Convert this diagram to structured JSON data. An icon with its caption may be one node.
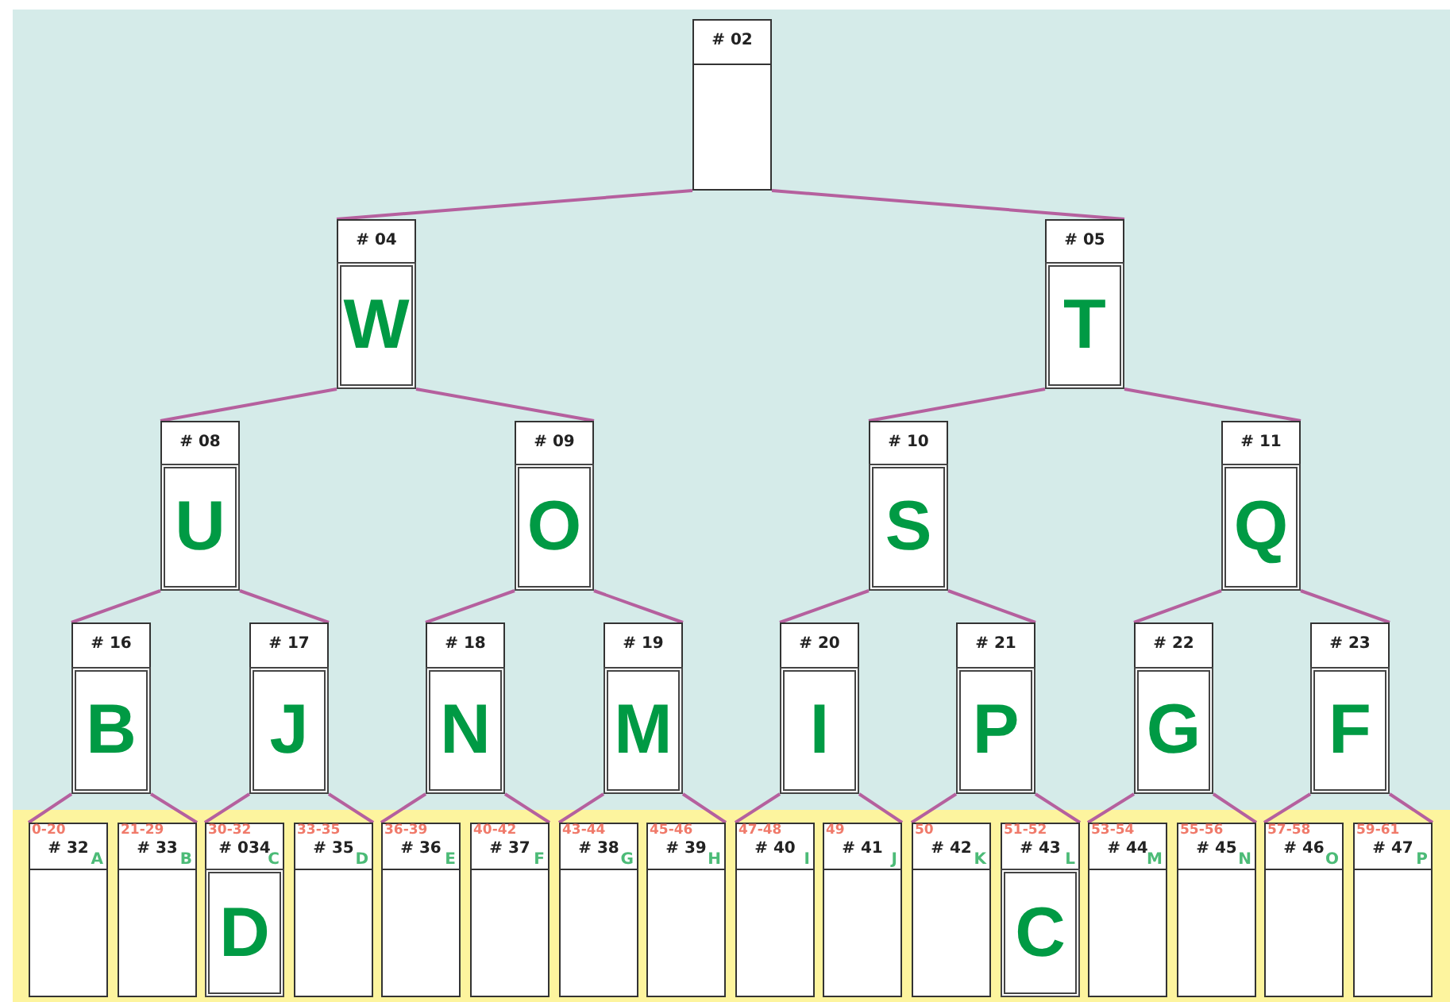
{
  "diagram": {
    "nodes": [
      {
        "text": [
          "# 02"
        ]
      },
      {
        "text": [
          "# 04",
          "W"
        ]
      },
      {
        "text": [
          "# 05",
          "T"
        ]
      },
      {
        "text": [
          "# 08",
          "U"
        ]
      },
      {
        "text": [
          "# 09",
          "O"
        ]
      },
      {
        "text": [
          "# 10",
          "S"
        ]
      },
      {
        "text": [
          "# 11",
          "Q"
        ]
      },
      {
        "text": [
          "# 16",
          "B"
        ]
      },
      {
        "text": [
          "# 17",
          "J"
        ]
      },
      {
        "text": [
          "# 18",
          "N"
        ]
      },
      {
        "text": [
          "# 19",
          "M"
        ]
      },
      {
        "text": [
          "# 20",
          "I"
        ]
      },
      {
        "text": [
          "# 21",
          "P"
        ]
      },
      {
        "text": [
          "# 22",
          "G"
        ]
      },
      {
        "text": [
          "# 23",
          "F"
        ]
      },
      {
        "text": [
          "0-20",
          "# 32",
          "A"
        ]
      },
      {
        "text": [
          "21-29",
          "# 33",
          "B"
        ]
      },
      {
        "text": [
          "30-32",
          "# 034",
          "C",
          "D"
        ]
      },
      {
        "text": [
          "33-35",
          "# 35",
          "D"
        ]
      },
      {
        "text": [
          "36-39",
          "# 36",
          "E"
        ]
      },
      {
        "text": [
          "40-42",
          "# 37",
          "F"
        ]
      },
      {
        "text": [
          "43-44",
          "# 38",
          "G"
        ]
      },
      {
        "text": [
          "45-46",
          "# 39",
          "H"
        ]
      },
      {
        "text": [
          "47-48",
          "# 40",
          "I"
        ]
      },
      {
        "text": [
          "49",
          "# 41",
          "J"
        ]
      },
      {
        "text": [
          "50",
          "# 42",
          "K"
        ]
      },
      {
        "text": [
          "51-52",
          "# 43",
          "L",
          "C"
        ]
      },
      {
        "text": [
          "53-54",
          "# 44",
          "M"
        ]
      },
      {
        "text": [
          "55-56",
          "# 45",
          "N"
        ]
      },
      {
        "text": [
          "57-58",
          "# 46",
          "O"
        ]
      },
      {
        "text": [
          "59-61",
          "# 47",
          "P"
        ]
      }
    ],
    "edges": [
      {
        "from": 0,
        "to": 1,
        "arrow": "none"
      },
      {
        "from": 0,
        "to": 2,
        "arrow": "none"
      },
      {
        "from": 1,
        "to": 3,
        "arrow": "none"
      },
      {
        "from": 1,
        "to": 4,
        "arrow": "none"
      },
      {
        "from": 2,
        "to": 5,
        "arrow": "none"
      },
      {
        "from": 2,
        "to": 6,
        "arrow": "none"
      },
      {
        "from": 3,
        "to": 7,
        "arrow": "none"
      },
      {
        "from": 3,
        "to": 8,
        "arrow": "none"
      },
      {
        "from": 4,
        "to": 9,
        "arrow": "none"
      },
      {
        "from": 4,
        "to": 10,
        "arrow": "none"
      },
      {
        "from": 5,
        "to": 11,
        "arrow": "none"
      },
      {
        "from": 5,
        "to": 12,
        "arrow": "none"
      },
      {
        "from": 6,
        "to": 13,
        "arrow": "none"
      },
      {
        "from": 6,
        "to": 14,
        "arrow": "none"
      },
      {
        "from": 7,
        "to": 15,
        "arrow": "none"
      },
      {
        "from": 7,
        "to": 16,
        "arrow": "none"
      },
      {
        "from": 8,
        "to": 17,
        "arrow": "none"
      },
      {
        "from": 8,
        "to": 18,
        "arrow": "none"
      },
      {
        "from": 9,
        "to": 19,
        "arrow": "none"
      },
      {
        "from": 9,
        "to": 20,
        "arrow": "none"
      },
      {
        "from": 10,
        "to": 21,
        "arrow": "none"
      },
      {
        "from": 10,
        "to": 22,
        "arrow": "none"
      },
      {
        "from": 11,
        "to": 23,
        "arrow": "none"
      },
      {
        "from": 11,
        "to": 24,
        "arrow": "none"
      },
      {
        "from": 12,
        "to": 25,
        "arrow": "none"
      },
      {
        "from": 12,
        "to": 26,
        "arrow": "none"
      },
      {
        "from": 13,
        "to": 27,
        "arrow": "none"
      },
      {
        "from": 13,
        "to": 28,
        "arrow": "none"
      },
      {
        "from": 14,
        "to": 29,
        "arrow": "none"
      },
      {
        "from": 14,
        "to": 30,
        "arrow": "none"
      }
    ]
  }
}
